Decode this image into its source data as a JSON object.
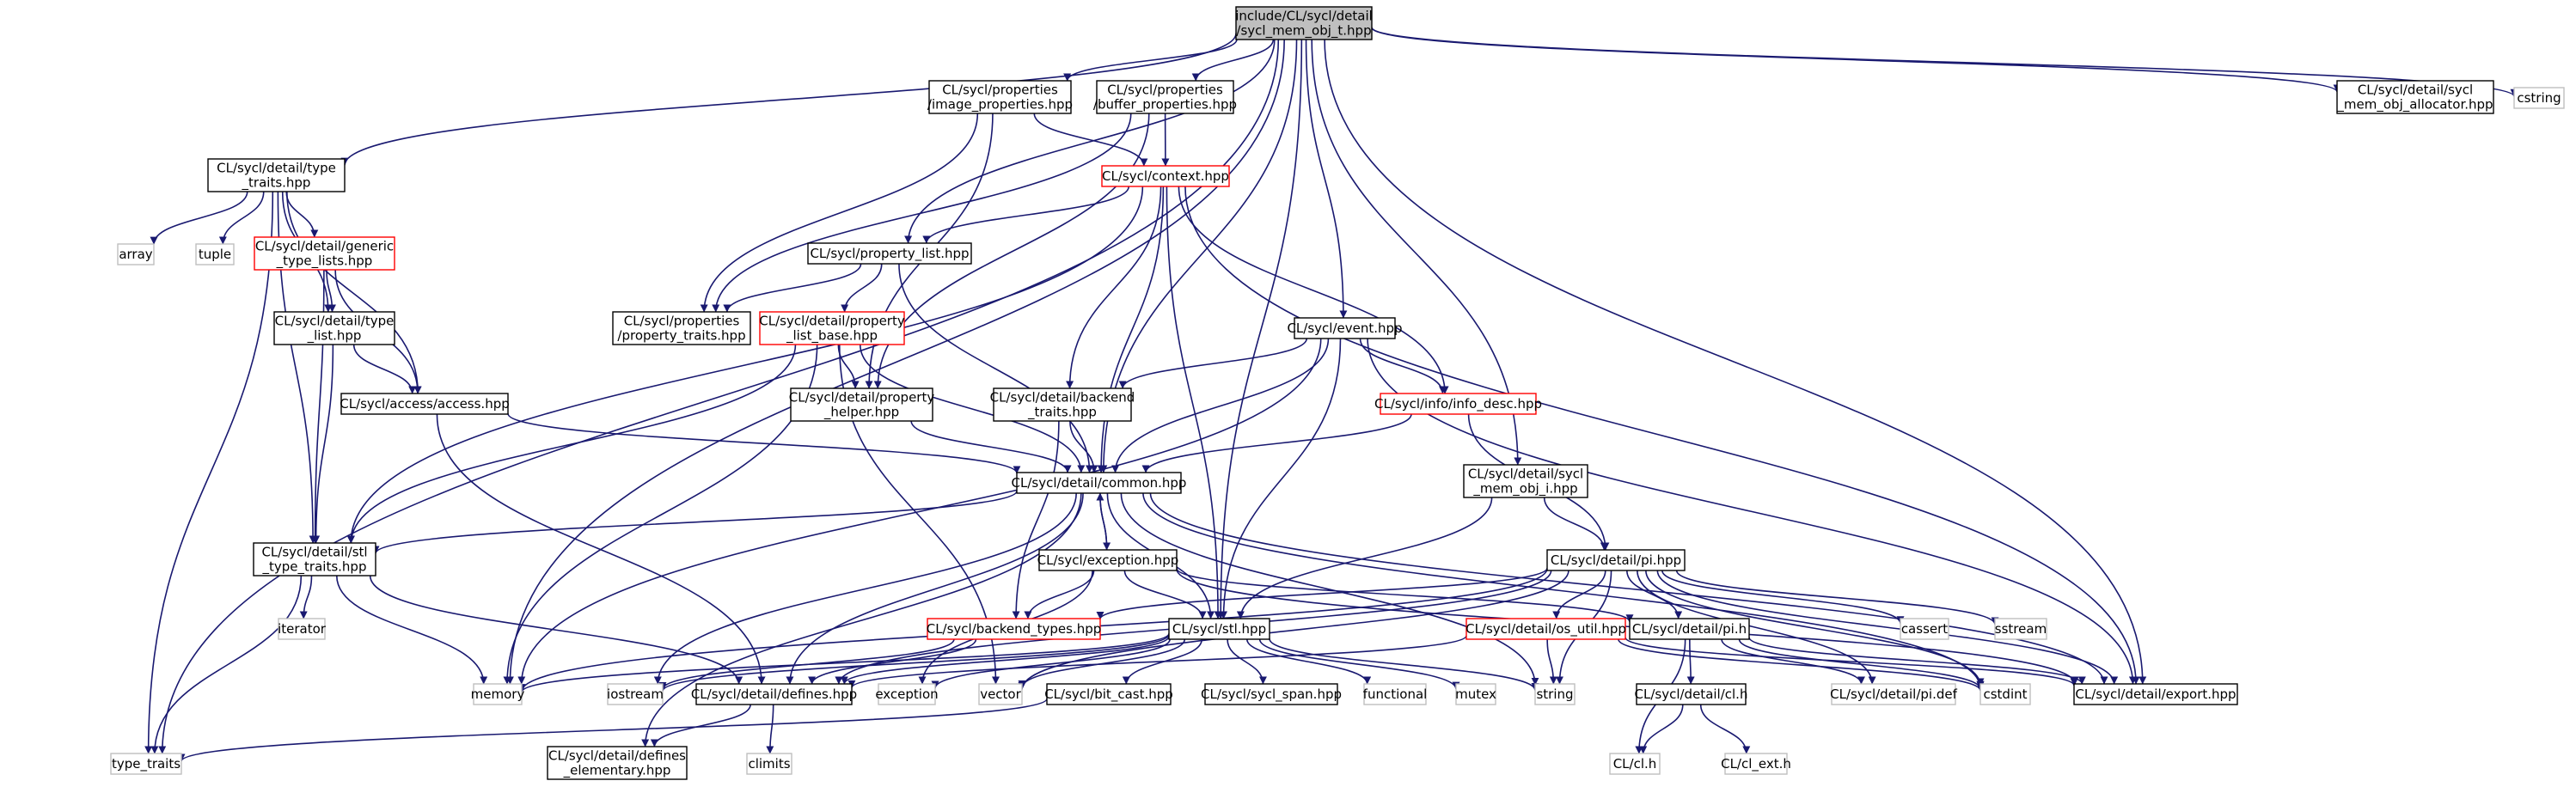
{
  "colors": {
    "edge": "#191970",
    "border_normal": "#000000",
    "border_truncated": "#ff0000",
    "border_external": "#bfbfbf",
    "root_fill": "#bfbfbf"
  },
  "nodes": [
    {
      "id": "root",
      "lines": [
        "include/CL/sycl/detail",
        "/sycl_mem_obj_t.hpp"
      ],
      "kind": "root"
    },
    {
      "id": "image_props",
      "lines": [
        "CL/sycl/properties",
        "/image_properties.hpp"
      ],
      "kind": "normal"
    },
    {
      "id": "buffer_props",
      "lines": [
        "CL/sycl/properties",
        "/buffer_properties.hpp"
      ],
      "kind": "normal"
    },
    {
      "id": "alloc",
      "lines": [
        "CL/sycl/detail/sycl",
        "_mem_obj_allocator.hpp"
      ],
      "kind": "normal"
    },
    {
      "id": "cstring",
      "lines": [
        "cstring"
      ],
      "kind": "external"
    },
    {
      "id": "type_traits_h",
      "lines": [
        "CL/sycl/detail/type",
        "_traits.hpp"
      ],
      "kind": "normal"
    },
    {
      "id": "context",
      "lines": [
        "CL/sycl/context.hpp"
      ],
      "kind": "truncated"
    },
    {
      "id": "array",
      "lines": [
        "array"
      ],
      "kind": "external"
    },
    {
      "id": "tuple",
      "lines": [
        "tuple"
      ],
      "kind": "external"
    },
    {
      "id": "generic",
      "lines": [
        "CL/sycl/detail/generic",
        "_type_lists.hpp"
      ],
      "kind": "truncated"
    },
    {
      "id": "property_list",
      "lines": [
        "CL/sycl/property_list.hpp"
      ],
      "kind": "normal"
    },
    {
      "id": "type_list",
      "lines": [
        "CL/sycl/detail/type",
        "_list.hpp"
      ],
      "kind": "normal"
    },
    {
      "id": "prop_traits",
      "lines": [
        "CL/sycl/properties",
        "/property_traits.hpp"
      ],
      "kind": "normal"
    },
    {
      "id": "plb",
      "lines": [
        "CL/sycl/detail/property",
        "_list_base.hpp"
      ],
      "kind": "truncated"
    },
    {
      "id": "event",
      "lines": [
        "CL/sycl/event.hpp"
      ],
      "kind": "normal"
    },
    {
      "id": "access",
      "lines": [
        "CL/sycl/access/access.hpp"
      ],
      "kind": "normal"
    },
    {
      "id": "prop_helper",
      "lines": [
        "CL/sycl/detail/property",
        "_helper.hpp"
      ],
      "kind": "normal"
    },
    {
      "id": "backend_traits",
      "lines": [
        "CL/sycl/detail/backend",
        "_traits.hpp"
      ],
      "kind": "normal"
    },
    {
      "id": "info_desc",
      "lines": [
        "CL/sycl/info/info_desc.hpp"
      ],
      "kind": "truncated"
    },
    {
      "id": "common",
      "lines": [
        "CL/sycl/detail/common.hpp"
      ],
      "kind": "normal"
    },
    {
      "id": "mem_obj_i",
      "lines": [
        "CL/sycl/detail/sycl",
        "_mem_obj_i.hpp"
      ],
      "kind": "normal"
    },
    {
      "id": "stl_tt",
      "lines": [
        "CL/sycl/detail/stl",
        "_type_traits.hpp"
      ],
      "kind": "normal"
    },
    {
      "id": "exception_h",
      "lines": [
        "CL/sycl/exception.hpp"
      ],
      "kind": "normal"
    },
    {
      "id": "pi",
      "lines": [
        "CL/sycl/detail/pi.hpp"
      ],
      "kind": "normal"
    },
    {
      "id": "iterator",
      "lines": [
        "iterator"
      ],
      "kind": "external"
    },
    {
      "id": "backend_types",
      "lines": [
        "CL/sycl/backend_types.hpp"
      ],
      "kind": "truncated"
    },
    {
      "id": "stl",
      "lines": [
        "CL/sycl/stl.hpp"
      ],
      "kind": "normal"
    },
    {
      "id": "os_util",
      "lines": [
        "CL/sycl/detail/os_util.hpp"
      ],
      "kind": "truncated"
    },
    {
      "id": "pi_h",
      "lines": [
        "CL/sycl/detail/pi.h"
      ],
      "kind": "normal"
    },
    {
      "id": "cassert",
      "lines": [
        "cassert"
      ],
      "kind": "external"
    },
    {
      "id": "sstream",
      "lines": [
        "sstream"
      ],
      "kind": "external"
    },
    {
      "id": "memory",
      "lines": [
        "memory"
      ],
      "kind": "external"
    },
    {
      "id": "iostream",
      "lines": [
        "iostream"
      ],
      "kind": "external"
    },
    {
      "id": "defines",
      "lines": [
        "CL/sycl/detail/defines.hpp"
      ],
      "kind": "normal"
    },
    {
      "id": "exception",
      "lines": [
        "exception"
      ],
      "kind": "external"
    },
    {
      "id": "vector",
      "lines": [
        "vector"
      ],
      "kind": "external"
    },
    {
      "id": "bit_cast",
      "lines": [
        "CL/sycl/bit_cast.hpp"
      ],
      "kind": "normal"
    },
    {
      "id": "span",
      "lines": [
        "CL/sycl/sycl_span.hpp"
      ],
      "kind": "normal"
    },
    {
      "id": "functional",
      "lines": [
        "functional"
      ],
      "kind": "external"
    },
    {
      "id": "mutex",
      "lines": [
        "mutex"
      ],
      "kind": "external"
    },
    {
      "id": "string",
      "lines": [
        "string"
      ],
      "kind": "external"
    },
    {
      "id": "cl_h_hdr",
      "lines": [
        "CL/sycl/detail/cl.h"
      ],
      "kind": "normal"
    },
    {
      "id": "pi_def",
      "lines": [
        "CL/sycl/detail/pi.def"
      ],
      "kind": "external"
    },
    {
      "id": "cstdint",
      "lines": [
        "cstdint"
      ],
      "kind": "external"
    },
    {
      "id": "export",
      "lines": [
        "CL/sycl/detail/export.hpp"
      ],
      "kind": "normal"
    },
    {
      "id": "type_traits",
      "lines": [
        "type_traits"
      ],
      "kind": "external"
    },
    {
      "id": "climits",
      "lines": [
        "climits"
      ],
      "kind": "external"
    },
    {
      "id": "defines_el",
      "lines": [
        "CL/sycl/detail/defines",
        "_elementary.hpp"
      ],
      "kind": "normal"
    },
    {
      "id": "cl_h",
      "lines": [
        "CL/cl.h"
      ],
      "kind": "external"
    },
    {
      "id": "cl_ext",
      "lines": [
        "CL/cl_ext.h"
      ],
      "kind": "external"
    }
  ],
  "edges": [
    [
      "root",
      "image_props"
    ],
    [
      "root",
      "buffer_props"
    ],
    [
      "root",
      "alloc"
    ],
    [
      "root",
      "cstring"
    ],
    [
      "root",
      "type_traits_h"
    ],
    [
      "root",
      "property_list"
    ],
    [
      "root",
      "event"
    ],
    [
      "root",
      "common"
    ],
    [
      "root",
      "mem_obj_i"
    ],
    [
      "root",
      "stl"
    ],
    [
      "root",
      "memory"
    ],
    [
      "root",
      "type_traits"
    ],
    [
      "root",
      "export"
    ],
    [
      "image_props",
      "context"
    ],
    [
      "image_props",
      "prop_traits"
    ],
    [
      "image_props",
      "prop_helper"
    ],
    [
      "buffer_props",
      "context"
    ],
    [
      "buffer_props",
      "prop_traits"
    ],
    [
      "buffer_props",
      "prop_helper"
    ],
    [
      "type_traits_h",
      "array"
    ],
    [
      "type_traits_h",
      "tuple"
    ],
    [
      "type_traits_h",
      "generic"
    ],
    [
      "type_traits_h",
      "type_list"
    ],
    [
      "type_traits_h",
      "access"
    ],
    [
      "type_traits_h",
      "stl_tt"
    ],
    [
      "type_traits_h",
      "type_traits"
    ],
    [
      "context",
      "property_list"
    ],
    [
      "context",
      "backend_traits"
    ],
    [
      "context",
      "info_desc"
    ],
    [
      "context",
      "common"
    ],
    [
      "context",
      "stl"
    ],
    [
      "context",
      "stl_tt"
    ],
    [
      "context",
      "export"
    ],
    [
      "generic",
      "type_list"
    ],
    [
      "generic",
      "access"
    ],
    [
      "generic",
      "stl_tt"
    ],
    [
      "property_list",
      "prop_traits"
    ],
    [
      "property_list",
      "plb"
    ],
    [
      "property_list",
      "common"
    ],
    [
      "type_list",
      "access"
    ],
    [
      "type_list",
      "stl_tt"
    ],
    [
      "plb",
      "prop_helper"
    ],
    [
      "plb",
      "common"
    ],
    [
      "plb",
      "memory"
    ],
    [
      "plb",
      "vector"
    ],
    [
      "plb",
      "stl_tt"
    ],
    [
      "event",
      "backend_traits"
    ],
    [
      "event",
      "info_desc"
    ],
    [
      "event",
      "common"
    ],
    [
      "event",
      "stl"
    ],
    [
      "event",
      "memory"
    ],
    [
      "event",
      "export"
    ],
    [
      "access",
      "common"
    ],
    [
      "access",
      "defines"
    ],
    [
      "prop_helper",
      "common"
    ],
    [
      "backend_traits",
      "common"
    ],
    [
      "backend_traits",
      "backend_types"
    ],
    [
      "info_desc",
      "common"
    ],
    [
      "info_desc",
      "pi"
    ],
    [
      "common",
      "stl_tt"
    ],
    [
      "common",
      "exception_h"
    ],
    [
      "common",
      "defines"
    ],
    [
      "common",
      "iostream"
    ],
    [
      "common",
      "string"
    ],
    [
      "common",
      "defines_el"
    ],
    [
      "common",
      "export"
    ],
    [
      "common",
      "cstdint"
    ],
    [
      "common",
      "stl"
    ],
    [
      "mem_obj_i",
      "pi"
    ],
    [
      "mem_obj_i",
      "stl"
    ],
    [
      "stl_tt",
      "iterator"
    ],
    [
      "stl_tt",
      "memory"
    ],
    [
      "stl_tt",
      "type_traits"
    ],
    [
      "stl_tt",
      "defines"
    ],
    [
      "exception_h",
      "common"
    ],
    [
      "exception_h",
      "backend_types"
    ],
    [
      "exception_h",
      "stl"
    ],
    [
      "exception_h",
      "pi_h"
    ],
    [
      "exception_h",
      "export"
    ],
    [
      "exception_h",
      "exception"
    ],
    [
      "pi",
      "backend_types"
    ],
    [
      "pi",
      "os_util"
    ],
    [
      "pi",
      "pi_h"
    ],
    [
      "pi",
      "cassert"
    ],
    [
      "pi",
      "sstream"
    ],
    [
      "pi",
      "memory"
    ],
    [
      "pi",
      "string"
    ],
    [
      "pi",
      "vector"
    ],
    [
      "pi",
      "export"
    ],
    [
      "pi",
      "cstdint"
    ],
    [
      "pi",
      "pi_def"
    ],
    [
      "pi",
      "defines"
    ],
    [
      "backend_types",
      "iostream"
    ],
    [
      "backend_types",
      "defines"
    ],
    [
      "stl",
      "memory"
    ],
    [
      "stl",
      "defines"
    ],
    [
      "stl",
      "exception"
    ],
    [
      "stl",
      "vector"
    ],
    [
      "stl",
      "bit_cast"
    ],
    [
      "stl",
      "span"
    ],
    [
      "stl",
      "functional"
    ],
    [
      "stl",
      "mutex"
    ],
    [
      "stl",
      "string"
    ],
    [
      "stl",
      "iostream"
    ],
    [
      "os_util",
      "defines"
    ],
    [
      "os_util",
      "export"
    ],
    [
      "os_util",
      "string"
    ],
    [
      "os_util",
      "cstdint"
    ],
    [
      "pi_h",
      "cl_h_hdr"
    ],
    [
      "pi_h",
      "pi_def"
    ],
    [
      "pi_h",
      "cstdint"
    ],
    [
      "pi_h",
      "export"
    ],
    [
      "pi_h",
      "cl_h"
    ],
    [
      "cl_h_hdr",
      "cl_h"
    ],
    [
      "cl_h_hdr",
      "cl_ext"
    ],
    [
      "defines",
      "climits"
    ],
    [
      "defines",
      "defines_el"
    ],
    [
      "bit_cast",
      "type_traits"
    ]
  ]
}
